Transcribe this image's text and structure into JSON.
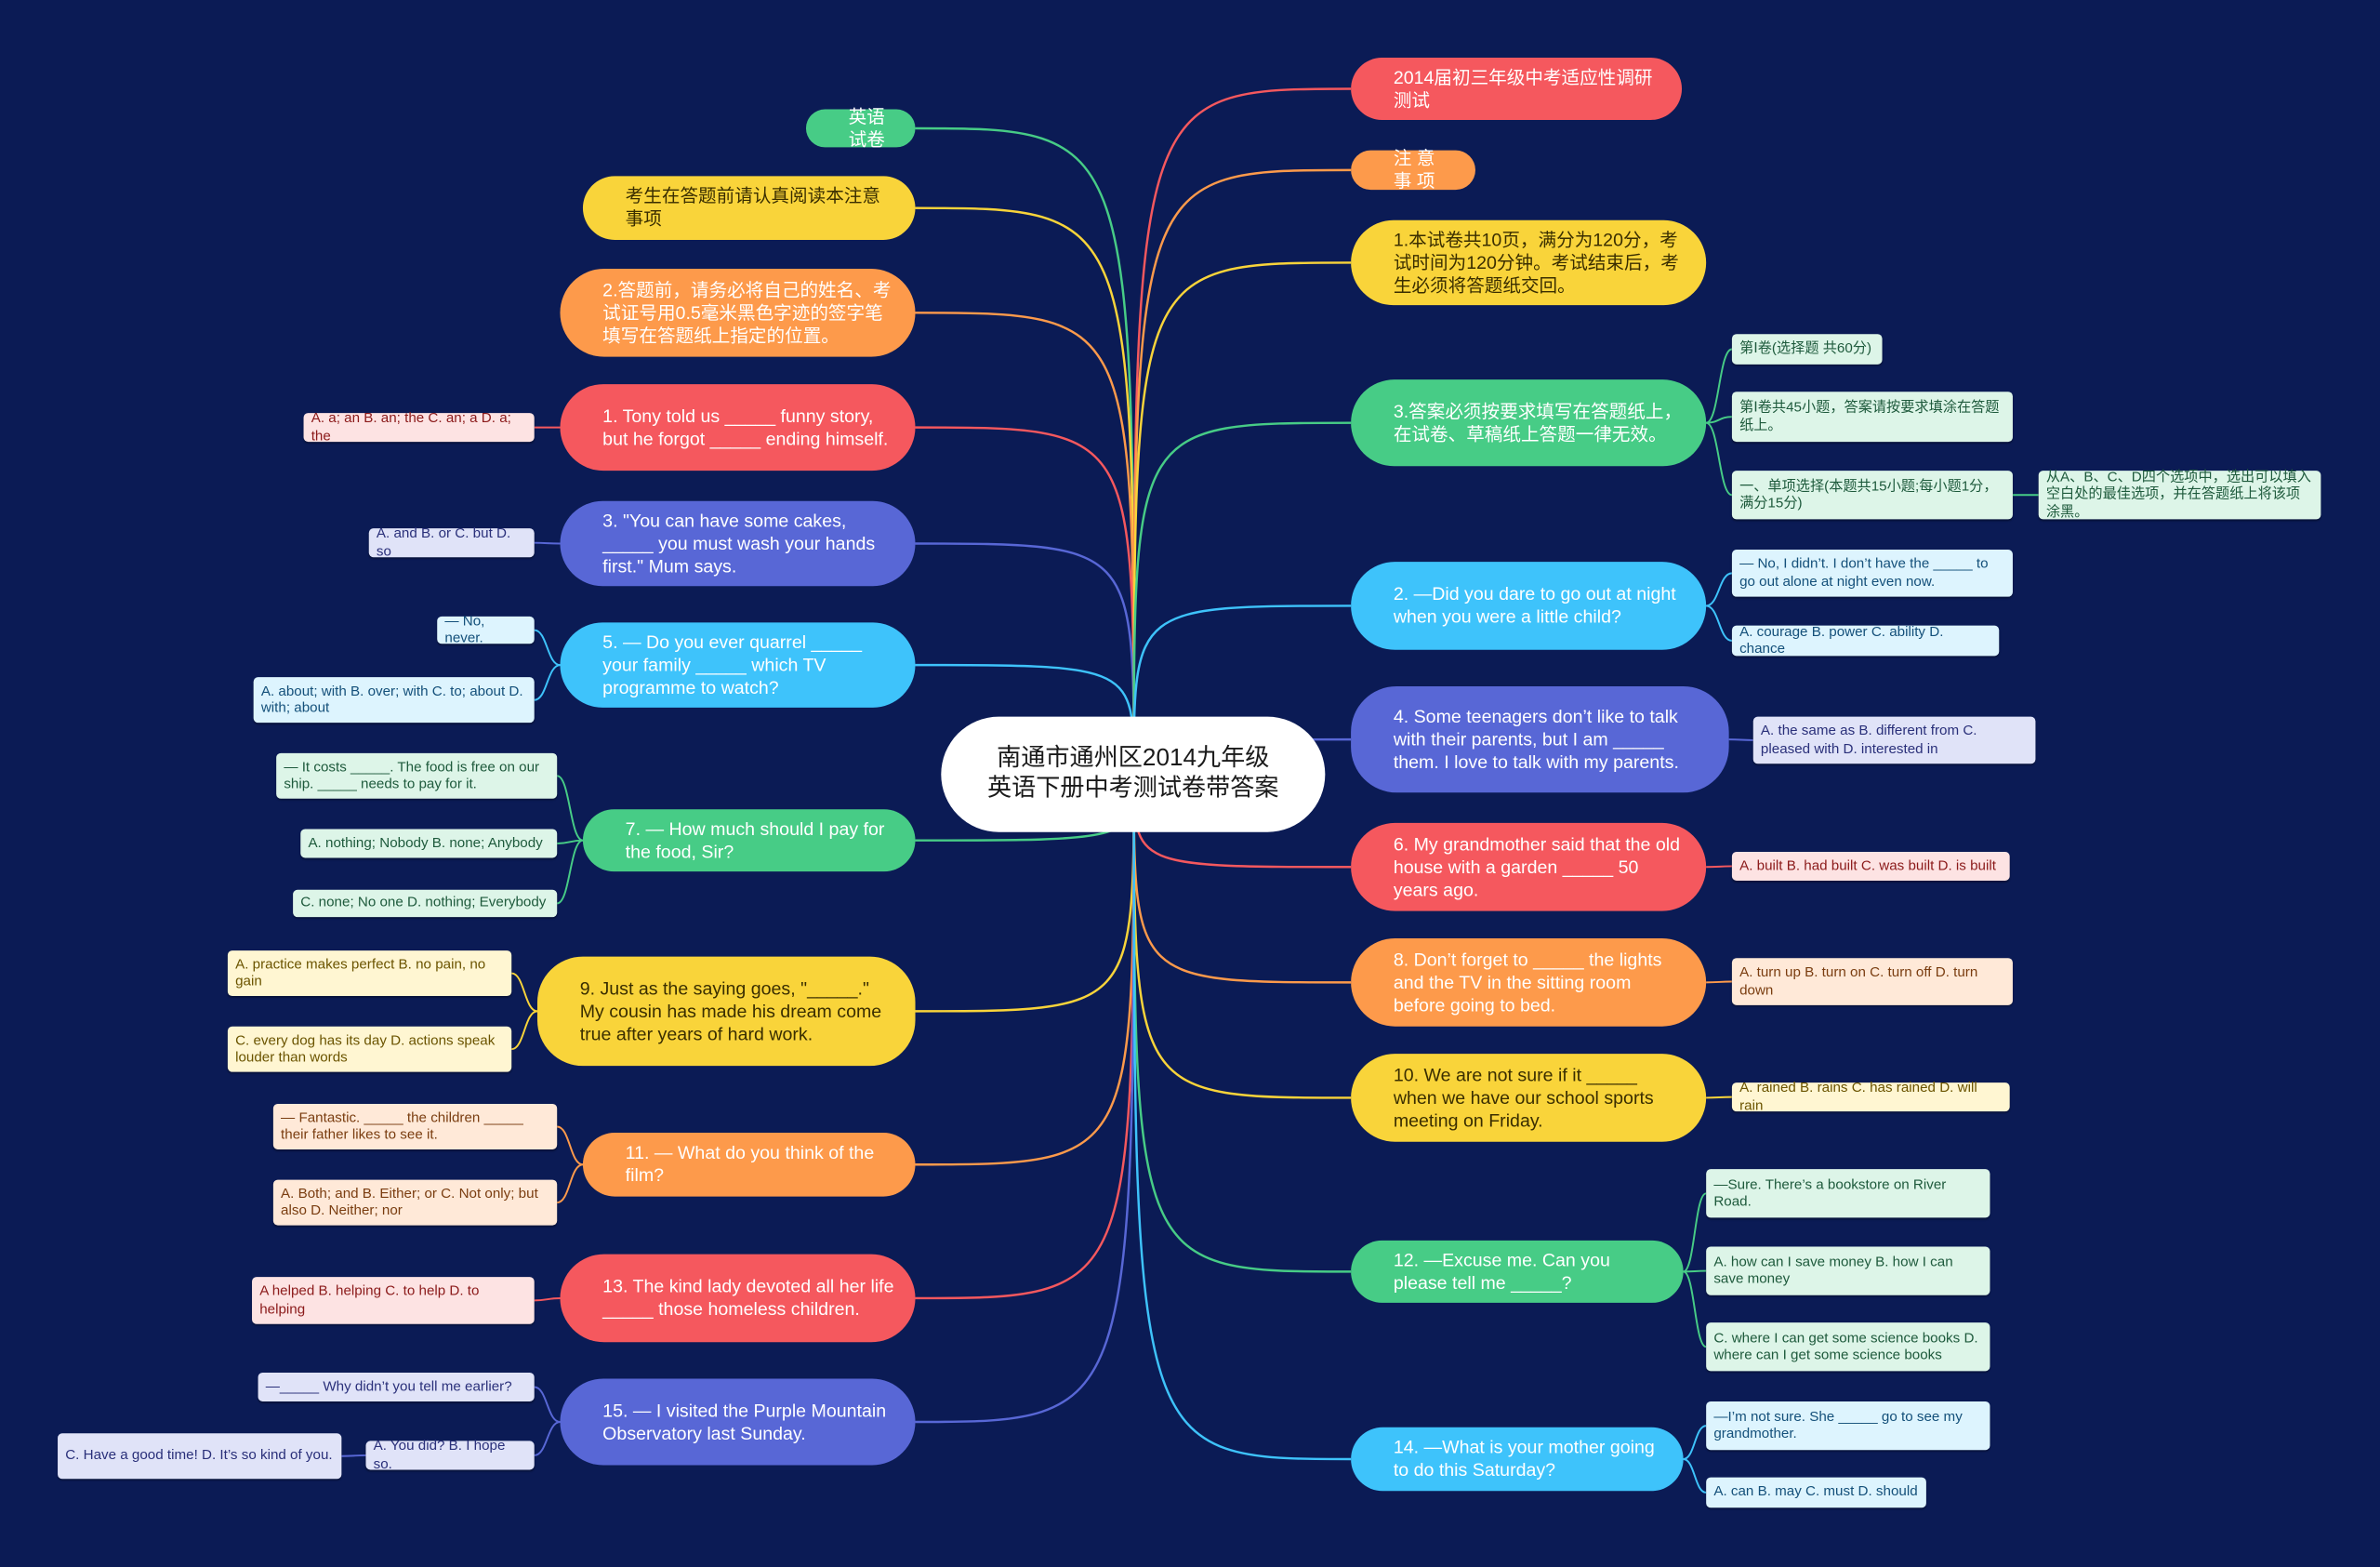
{
  "center": {
    "title": "南通市通州区2014九年级英语下册中考测试卷带答案"
  },
  "colors": {
    "background": "#0b1b55",
    "green": "#47cc86",
    "yellow": "#f9d43a",
    "orange": "#fd9a4b",
    "red": "#f5585e",
    "purple": "#5867d6",
    "lightblue": "#3ec3fb"
  },
  "left": [
    {
      "text": "英语试卷",
      "color": "green",
      "leaves": []
    },
    {
      "text": "考生在答题前请认真阅读本注意事项",
      "color": "yellow",
      "leaves": []
    },
    {
      "text": "2.答题前，请务必将自己的姓名、考试证号用0.5毫米黑色字迹的签字笔填写在答题纸上指定的位置。",
      "color": "orange",
      "leaves": []
    },
    {
      "text": "1. Tony told us _____ funny story, but he forgot _____ ending himself.",
      "color": "red",
      "leaves": [
        {
          "text": "A. a; an B. an; the C. an; a D. a; the"
        }
      ]
    },
    {
      "text": "3. \"You can have some cakes, _____ you must wash your hands first.\" Mum says.",
      "color": "purple",
      "leaves": [
        {
          "text": "A. and B. or C. but D. so"
        }
      ]
    },
    {
      "text": "5. — Do you ever quarrel _____ your family _____ which TV programme to watch?",
      "color": "lightblue",
      "leaves": [
        {
          "text": "— No, never."
        },
        {
          "text": "A. about; with B. over; with C. to; about D. with; about"
        }
      ]
    },
    {
      "text": "7. — How much should I pay for the food, Sir?",
      "color": "green",
      "leaves": [
        {
          "text": "— It costs _____. The food is free on our ship. _____ needs to pay for it."
        },
        {
          "text": "A. nothing; Nobody B. none; Anybody"
        },
        {
          "text": "C. none; No one D. nothing; Everybody"
        }
      ]
    },
    {
      "text": "9. Just as the saying goes, \"_____.\" My cousin has made his dream come true after years of hard work.",
      "color": "yellow",
      "leaves": [
        {
          "text": "A. practice makes perfect B. no pain, no gain"
        },
        {
          "text": "C. every dog has its day D. actions speak louder than words"
        }
      ]
    },
    {
      "text": "11. — What do you think of the film?",
      "color": "orange",
      "leaves": [
        {
          "text": "— Fantastic. _____ the children _____ their father likes to see it."
        },
        {
          "text": "A. Both; and B. Either; or C. Not only; but also D. Neither; nor"
        }
      ]
    },
    {
      "text": "13. The kind lady devoted all her life _____ those homeless children.",
      "color": "red",
      "leaves": [
        {
          "text": "A helped B. helping C. to help D. to helping"
        }
      ]
    },
    {
      "text": "15. — I visited the Purple Mountain Observatory last Sunday.",
      "color": "purple",
      "leaves": [
        {
          "text": "—_____ Why didn’t you tell me earlier?"
        },
        {
          "text": "A. You did? B. I hope so.",
          "leaves": [
            {
              "text": "C. Have a good time! D. It’s so kind of you."
            }
          ]
        }
      ]
    }
  ],
  "right": [
    {
      "text": "2014届初三年级中考适应性调研测试",
      "color": "red",
      "leaves": []
    },
    {
      "text": "注 意 事 项",
      "color": "orange",
      "leaves": []
    },
    {
      "text": "1.本试卷共10页，满分为120分，考试时间为120分钟。考试结束后，考生必须将答题纸交回。",
      "color": "yellow",
      "leaves": []
    },
    {
      "text": "3.答案必须按要求填写在答题纸上，在试卷、草稿纸上答题一律无效。",
      "color": "green",
      "leaves": [
        {
          "text": "第Ⅰ卷(选择题 共60分)"
        },
        {
          "text": "第Ⅰ卷共45小题，答案请按要求填涂在答题纸上。"
        },
        {
          "text": "一、单项选择(本题共15小题;每小题1分，满分15分)",
          "leaves": [
            {
              "text": "从A、B、C、D四个选项中，选出可以填入空白处的最佳选项，并在答题纸上将该项涂黑。"
            }
          ]
        }
      ]
    },
    {
      "text": "2. —Did you dare to go out at night when you were a little child?",
      "color": "lightblue",
      "leaves": [
        {
          "text": "— No, I didn’t. I don’t have the _____ to go out alone at night even now."
        },
        {
          "text": "A. courage B. power C. ability D. chance"
        }
      ]
    },
    {
      "text": "4. Some teenagers don’t like to talk with their parents, but I am _____ them. I love to talk with my parents.",
      "color": "purple",
      "leaves": [
        {
          "text": "A. the same as B. different from C. pleased with D. interested in"
        }
      ]
    },
    {
      "text": "6. My grandmother said that the old house with a garden _____ 50 years ago.",
      "color": "red",
      "leaves": [
        {
          "text": "A. built B. had built C. was built D. is built"
        }
      ]
    },
    {
      "text": "8. Don’t forget to _____ the lights and the TV in the sitting room before going to bed.",
      "color": "orange",
      "leaves": [
        {
          "text": "A. turn up B. turn on C. turn off D. turn down"
        }
      ]
    },
    {
      "text": "10. We are not sure if it _____ when we have our school sports meeting on Friday.",
      "color": "yellow",
      "leaves": [
        {
          "text": "A. rained B. rains C. has rained D. will rain"
        }
      ]
    },
    {
      "text": "12. —Excuse me. Can you please tell me _____?",
      "color": "green",
      "leaves": [
        {
          "text": "—Sure. There’s a bookstore on River Road."
        },
        {
          "text": "A. how can I save money  B. how I can save money"
        },
        {
          "text": "C. where I can get some science books D. where can I get some science books"
        }
      ]
    },
    {
      "text": "14. —What is your mother going to do this Saturday?",
      "color": "lightblue",
      "leaves": [
        {
          "text": "—I’m not sure. She _____ go to see my grandmother."
        },
        {
          "text": "A. can B. may C. must D. should"
        }
      ]
    }
  ]
}
